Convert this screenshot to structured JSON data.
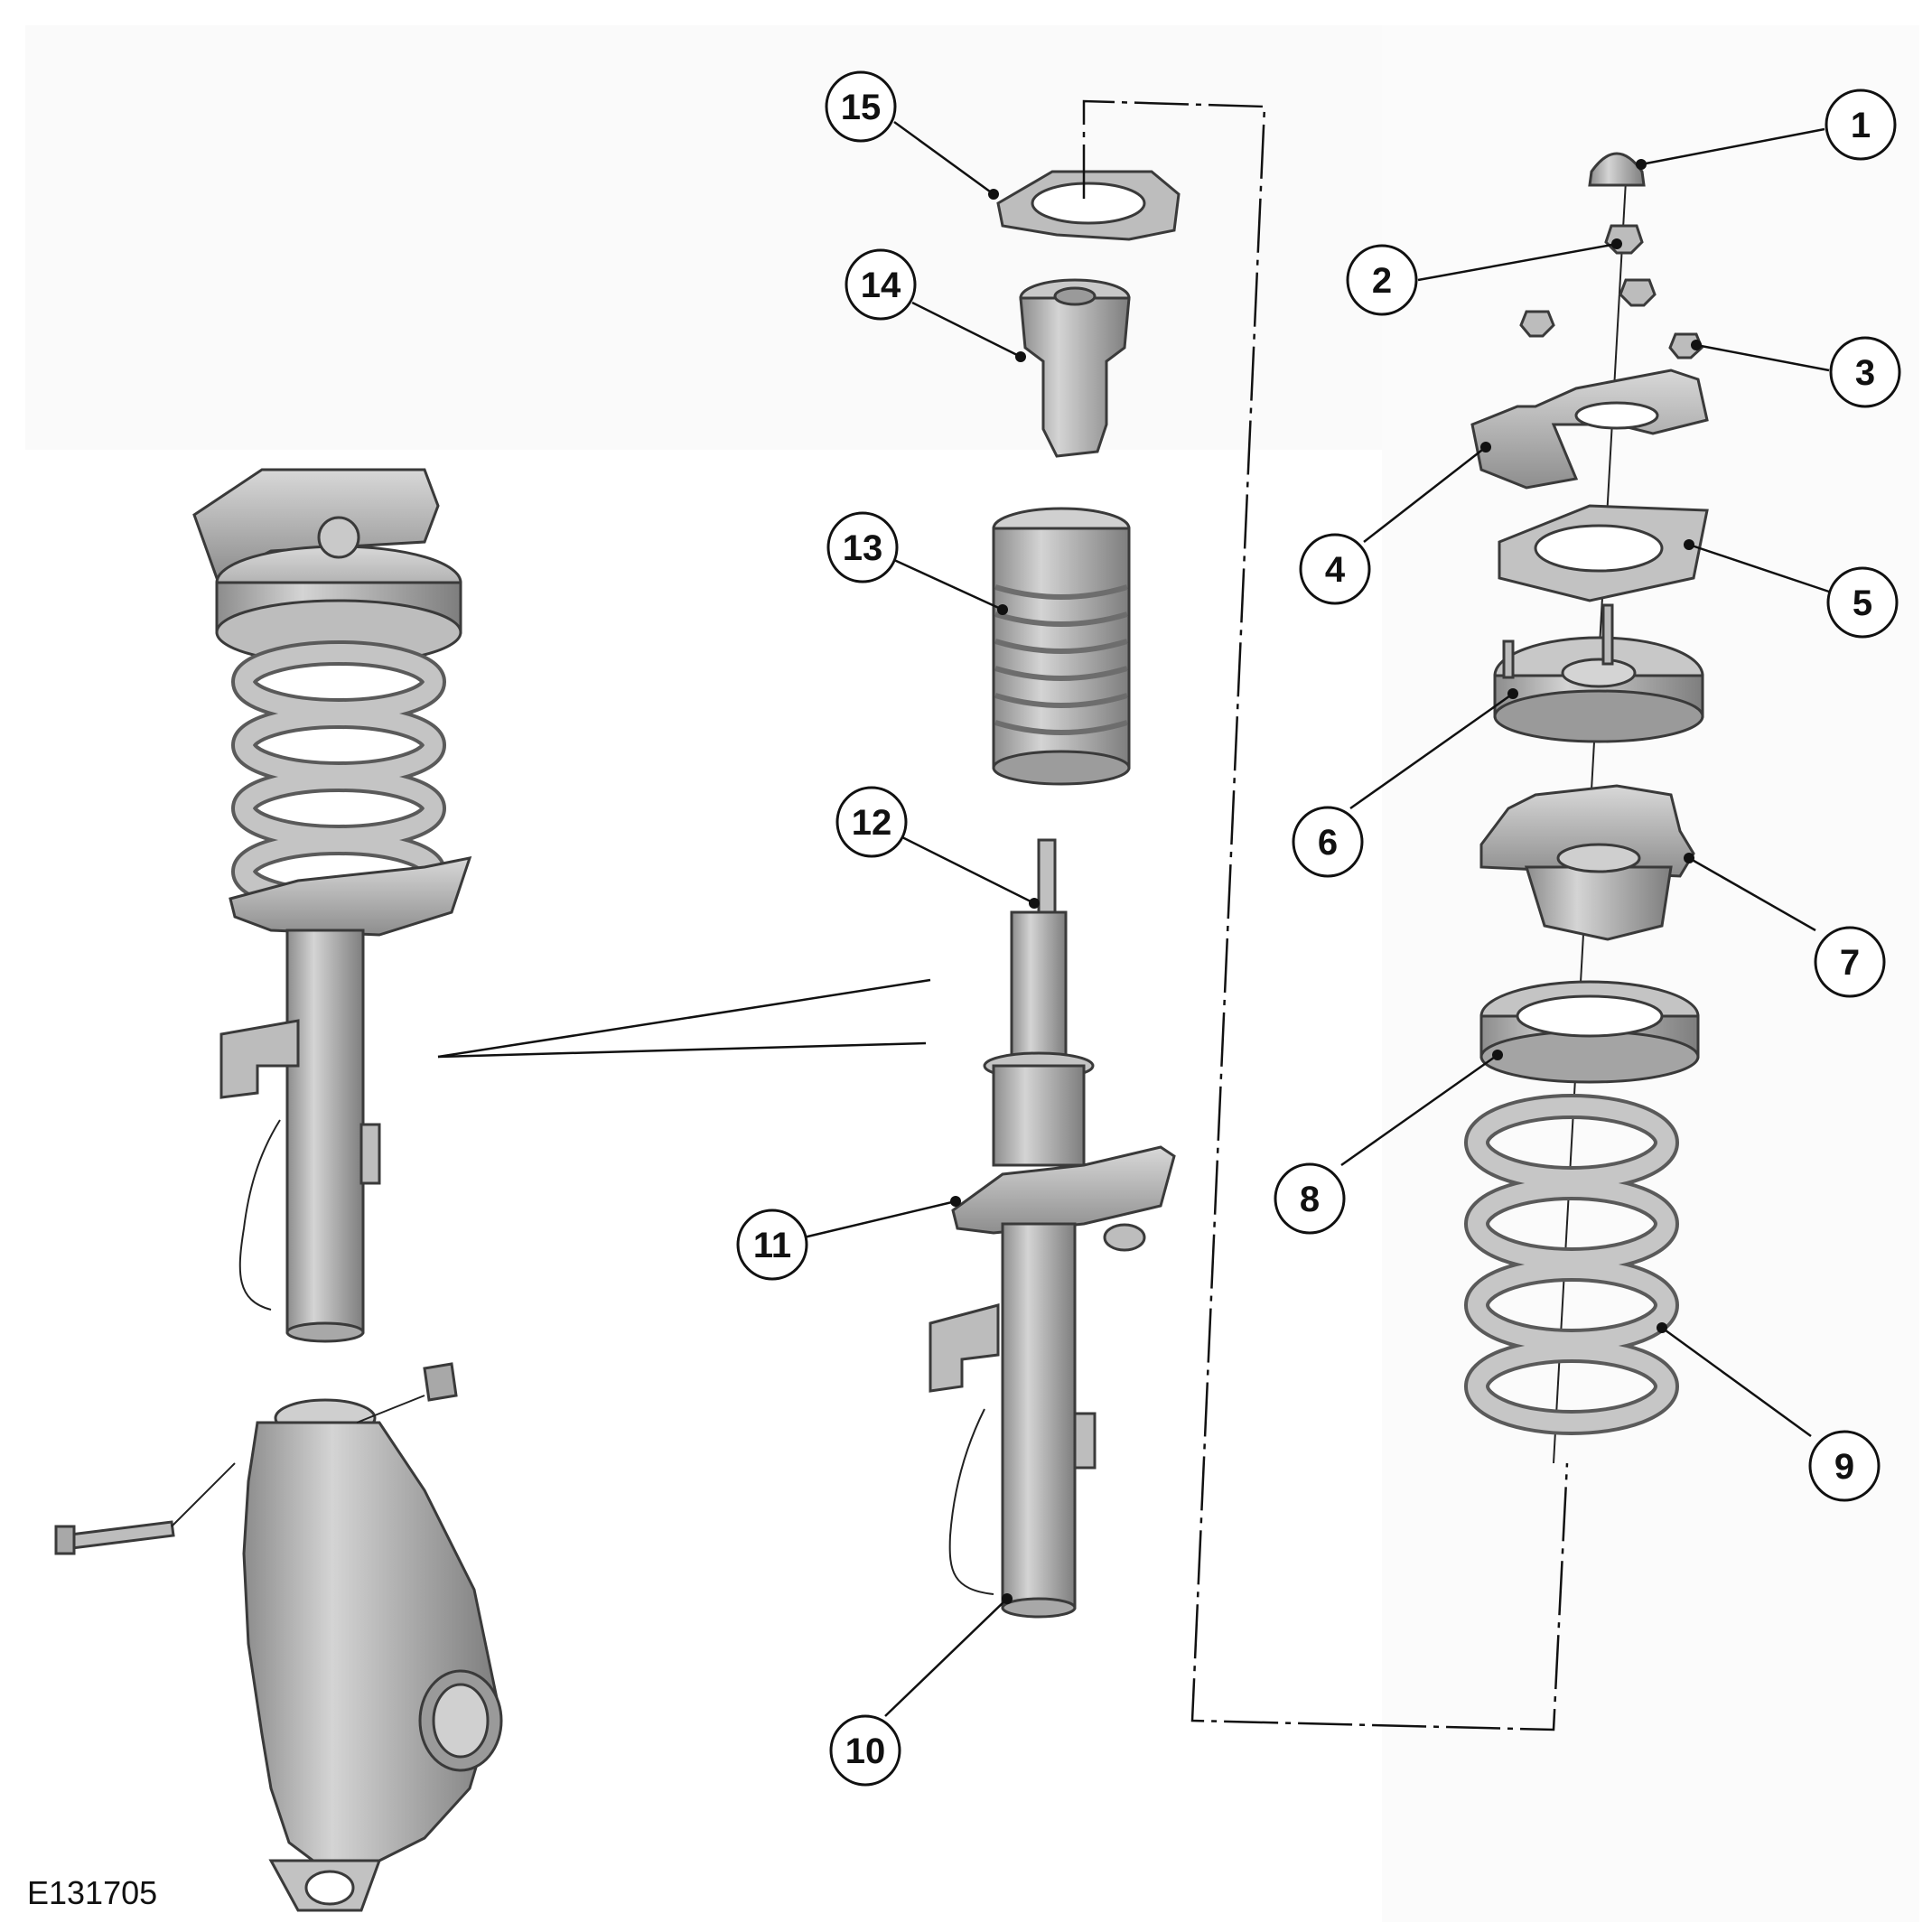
{
  "callouts": [
    {
      "id": "1",
      "label": "1"
    },
    {
      "id": "2",
      "label": "2"
    },
    {
      "id": "3",
      "label": "3"
    },
    {
      "id": "4",
      "label": "4"
    },
    {
      "id": "5",
      "label": "5"
    },
    {
      "id": "6",
      "label": "6"
    },
    {
      "id": "7",
      "label": "7"
    },
    {
      "id": "8",
      "label": "8"
    },
    {
      "id": "9",
      "label": "9"
    },
    {
      "id": "10",
      "label": "10"
    },
    {
      "id": "11",
      "label": "11"
    },
    {
      "id": "12",
      "label": "12"
    },
    {
      "id": "13",
      "label": "13"
    },
    {
      "id": "14",
      "label": "14"
    },
    {
      "id": "15",
      "label": "15"
    }
  ],
  "figure_id": "E131705",
  "colors": {
    "part_fill": "#b8b8b8",
    "part_dark": "#8a8a8a",
    "part_light": "#d6d6d6",
    "line": "#111111"
  }
}
